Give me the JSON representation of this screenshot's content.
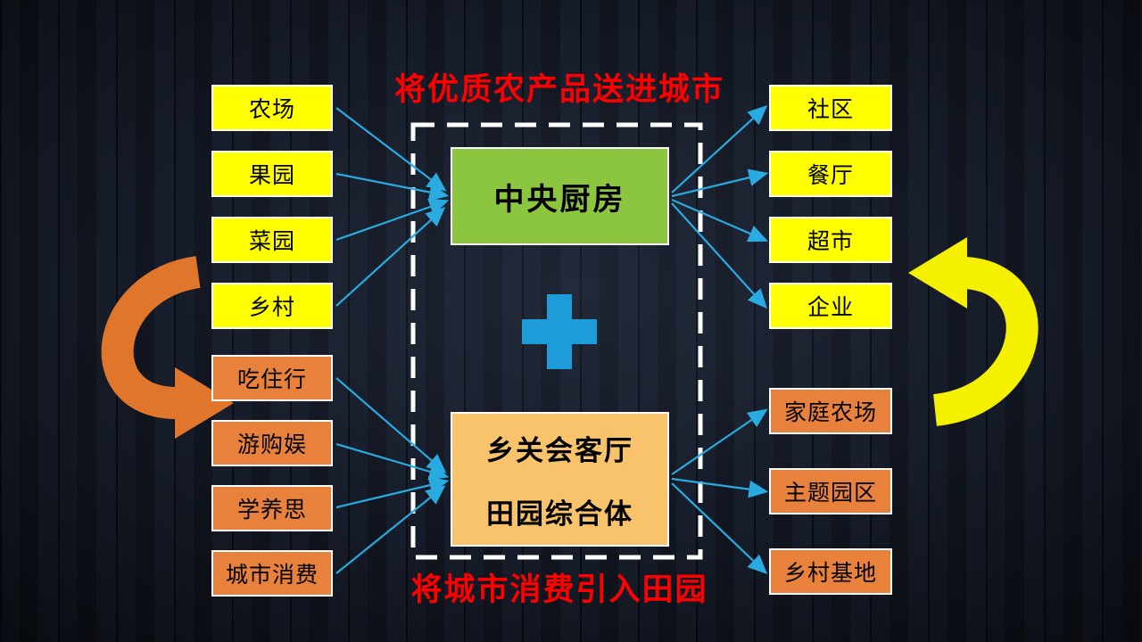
{
  "titles": {
    "top": "将优质农产品送进城市",
    "bottom": "将城市消费引入田园"
  },
  "center": {
    "kitchen_label": "中央厨房",
    "hall_lines": [
      "乡关会客厅",
      "田园综合体"
    ]
  },
  "groups": {
    "left_top": [
      "农场",
      "果园",
      "菜园",
      "乡村"
    ],
    "left_bottom": [
      "吃住行",
      "游购娱",
      "学养思",
      "城市消费"
    ],
    "right_top": [
      "社区",
      "餐厅",
      "超市",
      "企业"
    ],
    "right_bottom": [
      "家庭农场",
      "主题园区",
      "乡村基地"
    ]
  },
  "icons": {
    "plus": "plus-icon",
    "left_curved": "orange-curved-arrow-icon",
    "right_curved": "yellow-curved-arrow-icon",
    "flow": "cyan-flow-arrows"
  },
  "colors": {
    "yellow_box": "#FFFF00",
    "orange_box": "#E8813C",
    "green_box": "#8CC540",
    "tan_box": "#F8C36B",
    "flow_arrow": "#29ABE2",
    "plus_blue": "#1E9CD9",
    "title_red": "#FF0000",
    "curve_orange": "#E0752C",
    "curve_yellow": "#F5F000",
    "frame_white": "#FFFFFF"
  }
}
